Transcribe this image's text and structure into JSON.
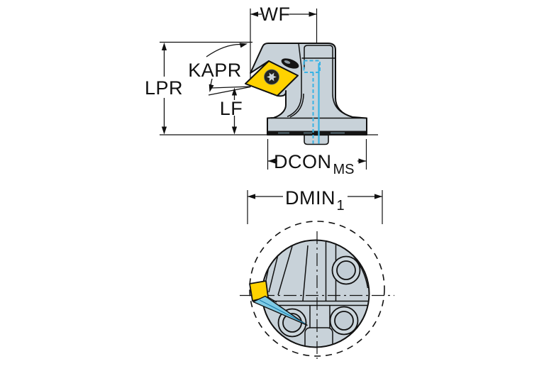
{
  "drawing": {
    "type": "technical-dimension-drawing",
    "subject": "turning tool cutting head, side profile view and front (axial) view",
    "side_view_dimensions": [
      "WF",
      "LPR",
      "KAPR",
      "LF",
      "DCON MS"
    ],
    "front_view_dimensions": [
      "DMIN 1"
    ]
  },
  "labels": {
    "wf": "WF",
    "lpr": "LPR",
    "kapr": "KAPR",
    "lf": "LF",
    "dcon": "DCON",
    "dcon_sub": "MS",
    "dmin": "DMIN",
    "dmin_sub": "1"
  },
  "colors": {
    "background": "#ffffff",
    "body": "#c8d2d9",
    "body_light": "#cdd7dd",
    "body_inner": "#c2cdd5",
    "outline": "#111111",
    "insert_yellow": "#ffd200",
    "coolant_cyan": "#38b3e5",
    "wedge_fill": "#7fcbe6",
    "screw_dark": "#23231f",
    "flange_face": "#161616",
    "dim_color": "#111111"
  }
}
